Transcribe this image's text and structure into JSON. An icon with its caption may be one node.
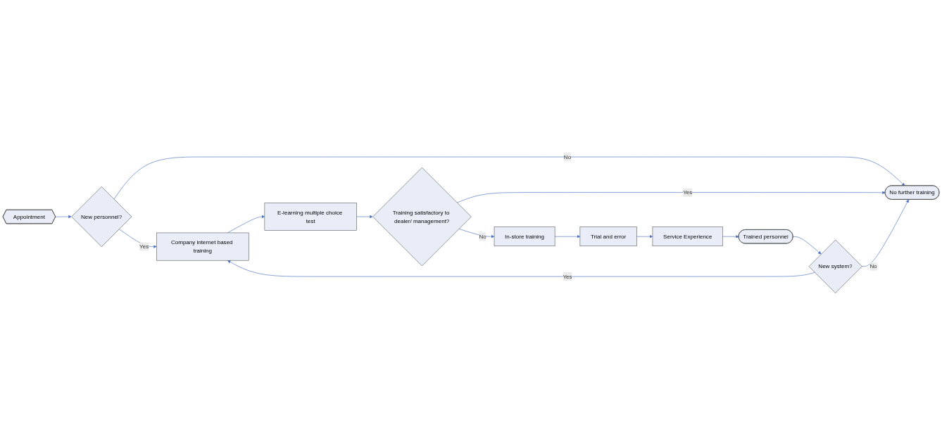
{
  "diagram": {
    "nodes": [
      {
        "text": [
          "Appointment"
        ]
      },
      {
        "text": [
          "New personnel?"
        ]
      },
      {
        "text": [
          "Company internet based training"
        ]
      },
      {
        "text": [
          "E-learning multiple choice test"
        ]
      },
      {
        "text": [
          "Training satisfactory to dealer/ management?"
        ]
      },
      {
        "text": [
          "In-store training"
        ]
      },
      {
        "text": [
          "Trial and error"
        ]
      },
      {
        "text": [
          "Service Experience"
        ]
      },
      {
        "text": [
          "Trained personnel"
        ]
      },
      {
        "text": [
          "New system?"
        ]
      },
      {
        "text": [
          "No further training"
        ]
      }
    ],
    "edges": [
      {
        "from": 0,
        "to": 1,
        "arrow": "to"
      },
      {
        "from": 1,
        "to": 2,
        "label": "Yes",
        "arrow": "to"
      },
      {
        "from": 1,
        "to": 10,
        "label": "No",
        "arrow": "to"
      },
      {
        "from": 2,
        "to": 3,
        "arrow": "to"
      },
      {
        "from": 3,
        "to": 4,
        "arrow": "to"
      },
      {
        "from": 4,
        "to": 10,
        "label": "Yes",
        "arrow": "to"
      },
      {
        "from": 4,
        "to": 5,
        "label": "No",
        "arrow": "to"
      },
      {
        "from": 5,
        "to": 6,
        "arrow": "to"
      },
      {
        "from": 6,
        "to": 7,
        "arrow": "to"
      },
      {
        "from": 7,
        "to": 8,
        "arrow": "to"
      },
      {
        "from": 8,
        "to": 9,
        "arrow": "to"
      },
      {
        "from": 9,
        "to": 2,
        "label": "Yes",
        "arrow": "to"
      },
      {
        "from": 9,
        "to": 10,
        "label": "No",
        "arrow": "to"
      }
    ]
  }
}
